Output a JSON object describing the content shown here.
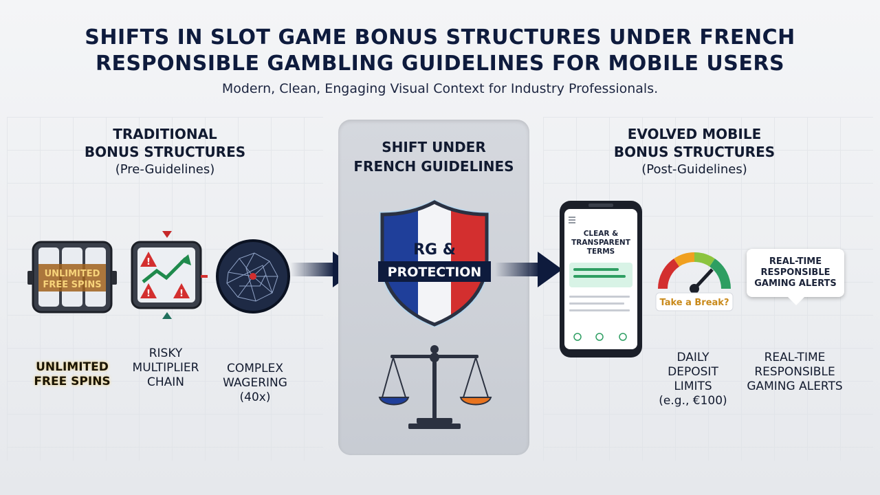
{
  "title_line1": "SHIFTS IN SLOT GAME BONUS STRUCTURES UNDER FRENCH",
  "title_line2": "RESPONSIBLE GAMBLING GUIDELINES FOR MOBILE USERS",
  "subtitle": "Modern, Clean, Engaging Visual Context for Industry Professionals.",
  "traditional": {
    "heading1": "TRADITIONAL",
    "heading2": "BONUS STRUCTURES",
    "note": "(Pre-Guidelines)",
    "slot_text1": "UNLIMITED",
    "slot_text2": "FREE SPINS",
    "items": [
      {
        "line1": "UNLIMITED",
        "line2": "FREE SPINS",
        "line3": "",
        "line4": ""
      },
      {
        "line1": "RISKY",
        "line2": "MULTIPLIER",
        "line3": "CHAIN",
        "line4": ""
      },
      {
        "line1": "COMPLEX",
        "line2": "WAGERING",
        "line3": "(40x)",
        "line4": ""
      }
    ]
  },
  "shift": {
    "heading1": "SHIFT UNDER",
    "heading2": "FRENCH GUIDELINES",
    "shield_line1": "RG &",
    "shield_line2": "PROTECTION"
  },
  "evolved": {
    "heading1": "EVOLVED MOBILE",
    "heading2": "BONUS STRUCTURES",
    "note": "(Post-Guidelines)",
    "phone_text1": "CLEAR &",
    "phone_text2": "TRANSPARENT",
    "phone_text3": "TERMS",
    "gauge_label": "Take a Break?",
    "bubble_line1": "REAL-TIME",
    "bubble_line2": "RESPONSIBLE",
    "bubble_line3": "GAMING ALERTS",
    "items": [
      {
        "line1": "DAILY",
        "line2": "DEPOSIT",
        "line3": "LIMITS",
        "line4": "(e.g., €100)"
      },
      {
        "line1": "REAL-TIME",
        "line2": "RESPONSIBLE",
        "line3": "GAMING ALERTS",
        "line4": ""
      }
    ]
  },
  "colors": {
    "navy": "#0e1b3d",
    "french_blue": "#1f3f9a",
    "french_red": "#d32f2f",
    "gold": "#c98a1b",
    "green": "#2e9e62"
  }
}
